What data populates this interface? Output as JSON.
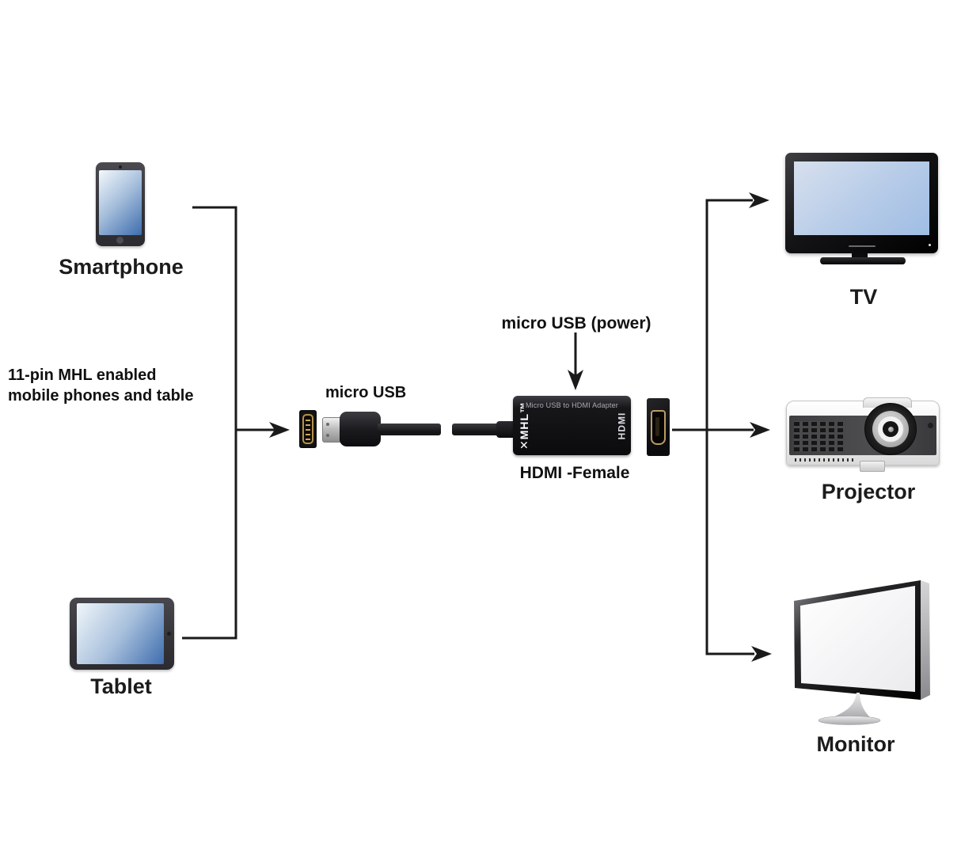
{
  "devices": {
    "smartphone": {
      "label": "Smartphone"
    },
    "tablet": {
      "label": "Tablet"
    },
    "tv": {
      "label": "TV"
    },
    "projector": {
      "label": "Projector"
    },
    "monitor": {
      "label": "Monitor"
    }
  },
  "annotations": {
    "mhl_note_line1": "11-pin MHL enabled",
    "mhl_note_line2": "mobile phones and table",
    "micro_usb": "micro USB",
    "micro_usb_power": "micro USB (power)",
    "hdmi_female": "HDMI -Female"
  },
  "adapter": {
    "print": "Micro USB to HDMI Adapter",
    "left_logo": "✕MHL™",
    "right_logo": "HDMI"
  },
  "colors": {
    "background": "#ffffff",
    "connector_line": "#1a1a1a",
    "device_body": "#38383d",
    "screen_gradient_start": "#f0f6fa",
    "screen_gradient_end": "#3e6dae",
    "tv_screen": "#b6cbe8",
    "adapter_body": "#0c0c0e",
    "connector_gold": "#b5914e",
    "projector_body": "#f2f2f2",
    "label_text": "#1b1b1b"
  }
}
